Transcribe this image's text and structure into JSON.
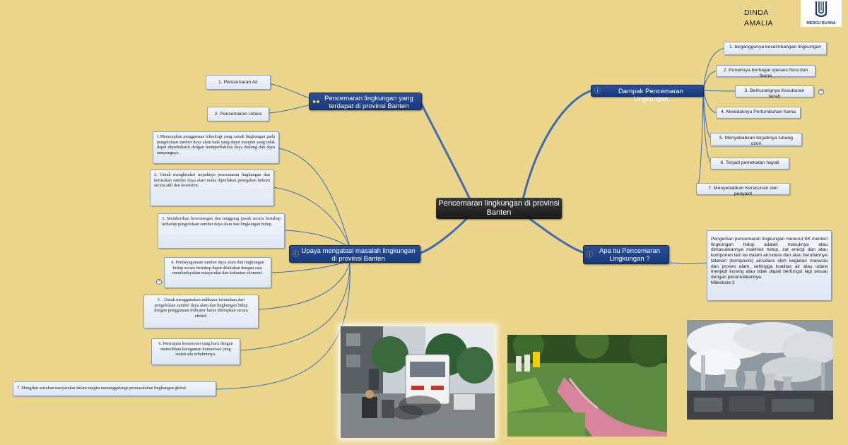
{
  "author": [
    "DINDA",
    "AMALIA"
  ],
  "logo": {
    "text": "MERCU BUANA",
    "icon": "university-logo-icon",
    "color": "#1e3a78"
  },
  "central_topic": "Pencemaran lingkungan di provinsi Banten",
  "topics": {
    "pencemaran": {
      "label": "Pencemaran lingkungan yang terdapat di provinsi Banten",
      "icon": "people-icon",
      "items": [
        "1. Pencemaran Air",
        "2. Pencemaran Udara"
      ]
    },
    "dampak": {
      "label": "Dampak Pencemaran Lingkungan",
      "icon": "info-icon",
      "items": [
        "1. terganggunya keseimbangan lingkungan",
        "2. Punahnya berbagai spesies flora dan fauna",
        "3. Berkurangnya Kesuburan tanah",
        "4. Meledaknya Pertumbuhan hama",
        "5. Menyebabkan terjadinya lubang ozon",
        "6. Terjadi pemekatan hayati",
        "7. Menyebabkan Keracunan dan penyakit"
      ]
    },
    "upaya": {
      "label": "Upaya mengatasi masalah lingkungan di provinsi Banten",
      "icon": "info-icon",
      "items": [
        "1.Menerapkan penggunaan teknologi yang ramah lingkungan pada pengelolaan sumber daya alam baik yang dapat maupun yang tidak dapat diperbaharui dengan memperhatikan daya dukung dan daya tampungnya.",
        "2. Untuk menghindari terjadinya pencemaran lingkungan dan kerusakan sumber daya alam maka diperlukan penegakan hukum secara adil dan konsisten.",
        "3. Memberikan kewenangan dan tanggung jawab secara bertahap terhadap pengelolaan sumber daya alam dan lingkungan hidup.",
        "4. Pendayagunaan sumber daya alam dan lingkungan hidup secara bertahap dapat dilakukan dengan cara membudayakan masyarakat dan kekuatan ekonomi.",
        "5. . Untuk menggunakan indikator kebutuhan dari pengelolaan sumber daya alam dan lingkungan hidup dengan penggunaan indicator harus diterapkan secara efektif.",
        "6. Penetapan konservasi yang baru dengan memelihara keragaman konservasi yang sudah ada sebelumnya.",
        "7. Mengikut sertakan masyarakat dalam rangka menanggulangi permasalahan lingkungan global."
      ]
    },
    "apa": {
      "label": "Apa itu Pencemaran Lingkungan ?",
      "icon": "info-icon",
      "definition": "Pengertian pencemaran lingkungan menurut SK menteri lingkungan hidup adalah masuknya atau dimasukkannya makhluk hidup, zat energi dan atau komponen lain ke dalam air/udara dan atau berubahnya tatanan (komposisi) air/udara oleh kegiatan manusia dan proses alam, sehingga kualitas air atau udara menjadi kurang atau tidak dapat berfungsi lagi sesuai dengan peruntukkannya.",
      "note": "Milestone 3"
    }
  },
  "photos": [
    {
      "name": "traffic-smoke-photo",
      "subject": "bus exhaust smoke on a city street"
    },
    {
      "name": "polluted-stream-photo",
      "subject": "pink polluted water flowing through grass"
    },
    {
      "name": "factory-smokestacks-photo",
      "subject": "industrial plant with smoking chimneys"
    }
  ],
  "colors": {
    "background": "#ead58a",
    "connector": "#3f6bb5",
    "central": "#2a2a2a",
    "main_topic": "#1f4488",
    "sub_topic": "#e6edf8"
  }
}
